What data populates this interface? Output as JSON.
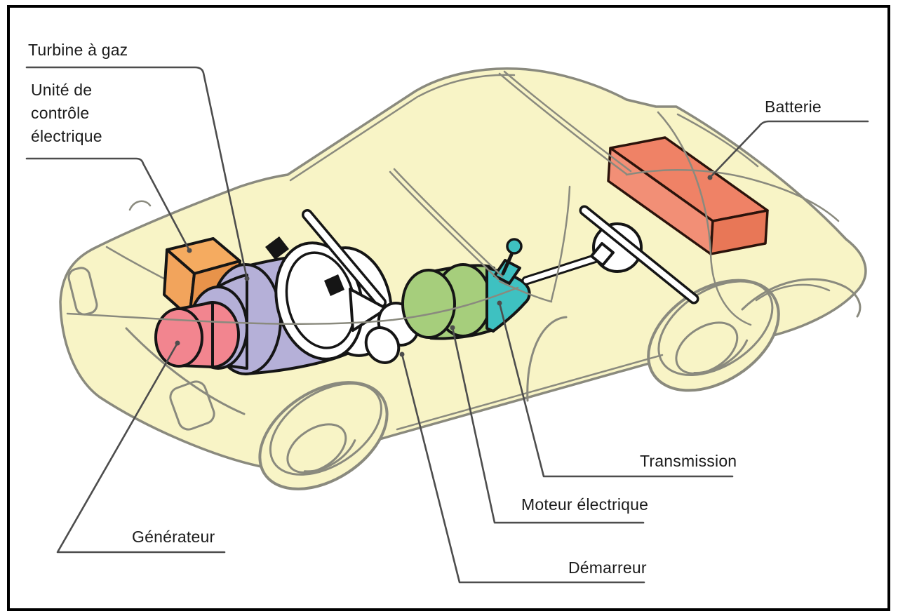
{
  "diagram": {
    "type": "cutaway-car-component-schematic",
    "language": "fr",
    "labels": {
      "turbine": "Turbine à gaz",
      "control_unit_line1": "Unité de",
      "control_unit_line2": "contrôle",
      "control_unit_line3": "électrique",
      "battery": "Batterie",
      "generator": "Générateur",
      "transmission": "Transmission",
      "electric_motor": "Moteur électrique",
      "starter": "Démarreur"
    },
    "colors": {
      "car_body": "#F8F4C6",
      "body_outline": "#8A8A7E",
      "control_unit_top": "#F5AB60",
      "control_unit_front": "#F2A45C",
      "control_unit_side": "#E8934A",
      "generator": "#F2858F",
      "gas_turbine": "#B5B0D8",
      "electric_motor": "#A6CE7C",
      "transmission_housing": "#3EC1C1",
      "battery_top": "#EF8266",
      "battery_front": "#F28F76",
      "battery_side": "#E87757",
      "component_outline": "#151515",
      "leader_line": "#4D4D4D",
      "label_text": "#1B1B1B"
    }
  }
}
